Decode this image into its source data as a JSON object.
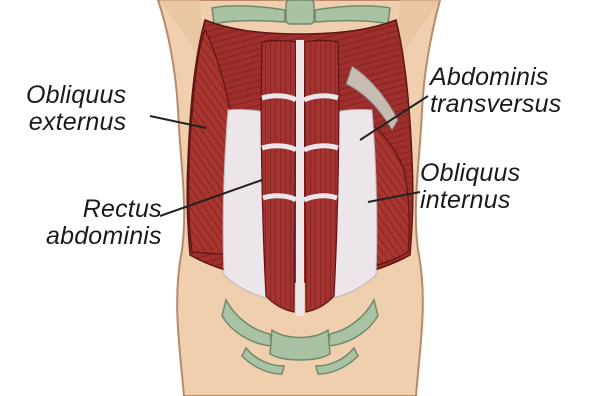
{
  "labels": {
    "obliquus_externus": {
      "line1": "Obliquus",
      "line2": "externus"
    },
    "abdominis_transversus": {
      "line1": "Abdominis",
      "line2": "transversus"
    },
    "rectus_abdominis": {
      "line1": "Rectus",
      "line2": "abdominis"
    },
    "obliquus_internus": {
      "line1": "Obliquus",
      "line2": "internus"
    }
  },
  "colors": {
    "skin": "#f0cfae",
    "skin_outline": "#b88a6a",
    "muscle": "#9e2f2c",
    "muscle_dark": "#6e1a19",
    "tendon": "#ece6ea",
    "bone": "#a9c2a4",
    "leader": "#222222"
  }
}
